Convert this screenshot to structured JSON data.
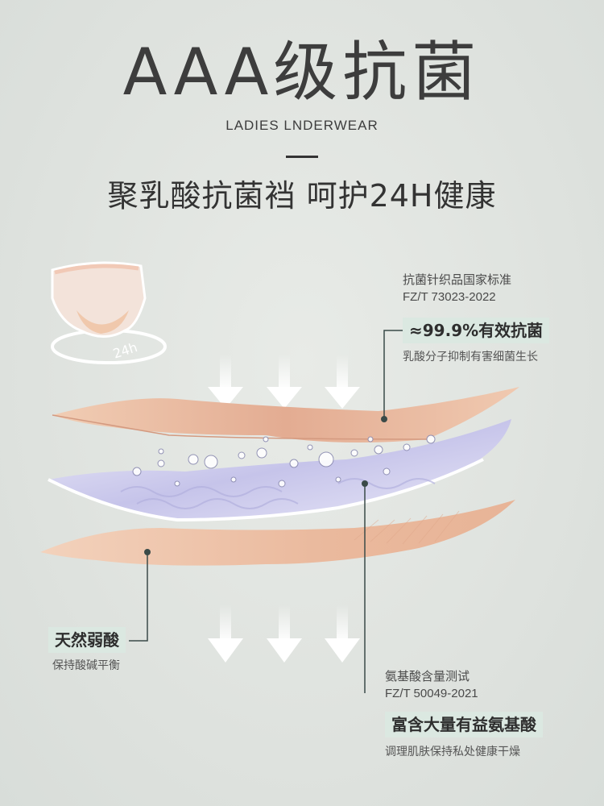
{
  "header": {
    "title": "AAA级抗菌",
    "subtitle": "LADIES LNDERWEAR",
    "headline": "聚乳酸抗菌裆 呵护24H健康"
  },
  "illustration": {
    "badge_24h": "24h"
  },
  "callouts": {
    "antibacterial": {
      "standard_name": "抗菌针织品国家标准",
      "standard_code": "FZ/T 73023-2022",
      "highlight": "≈99.9%有效抗菌",
      "description": "乳酸分子抑制有害细菌生长"
    },
    "acid": {
      "highlight": "天然弱酸",
      "description": "保持酸碱平衡"
    },
    "amino": {
      "standard_name": "氨基酸含量测试",
      "standard_code": "FZ/T 50049-2021",
      "highlight": "富含大量有益氨基酸",
      "description": "调理肌肤保持私处健康干燥"
    }
  },
  "colors": {
    "background": "#dfe3df",
    "badge": "#dbe8e1",
    "fabric_top": "#e8b9a0",
    "fabric_bottom": "#eec3aa",
    "middle_layer": "#c9c8ea",
    "line": "#3a4a48"
  }
}
